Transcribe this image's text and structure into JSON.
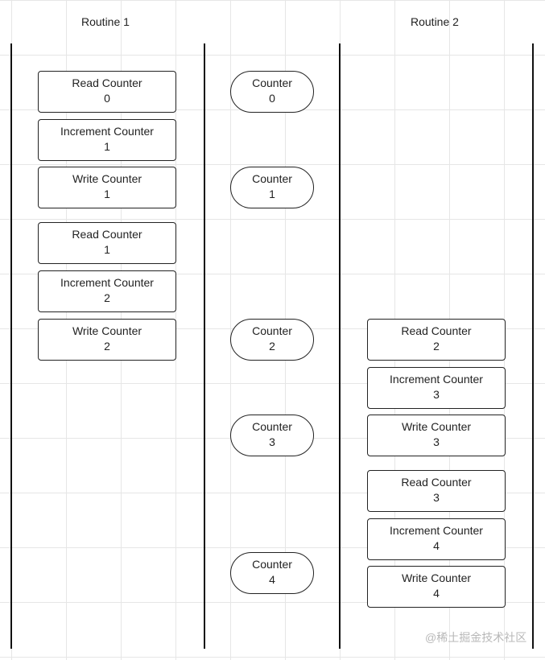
{
  "headers": {
    "routine1": "Routine 1",
    "routine2": "Routine 2"
  },
  "routine1": [
    {
      "label": "Read Counter",
      "value": "0"
    },
    {
      "label": "Increment Counter",
      "value": "1"
    },
    {
      "label": "Write Counter",
      "value": "1"
    },
    {
      "label": "Read Counter",
      "value": "1"
    },
    {
      "label": "Increment Counter",
      "value": "2"
    },
    {
      "label": "Write Counter",
      "value": "2"
    }
  ],
  "counter": [
    {
      "label": "Counter",
      "value": "0"
    },
    {
      "label": "Counter",
      "value": "1"
    },
    {
      "label": "Counter",
      "value": "2"
    },
    {
      "label": "Counter",
      "value": "3"
    },
    {
      "label": "Counter",
      "value": "4"
    }
  ],
  "routine2": [
    {
      "label": "Read Counter",
      "value": "2"
    },
    {
      "label": "Increment Counter",
      "value": "3"
    },
    {
      "label": "Write Counter",
      "value": "3"
    },
    {
      "label": "Read Counter",
      "value": "3"
    },
    {
      "label": "Increment Counter",
      "value": "4"
    },
    {
      "label": "Write Counter",
      "value": "4"
    }
  ],
  "watermark": "@稀土掘金技术社区"
}
